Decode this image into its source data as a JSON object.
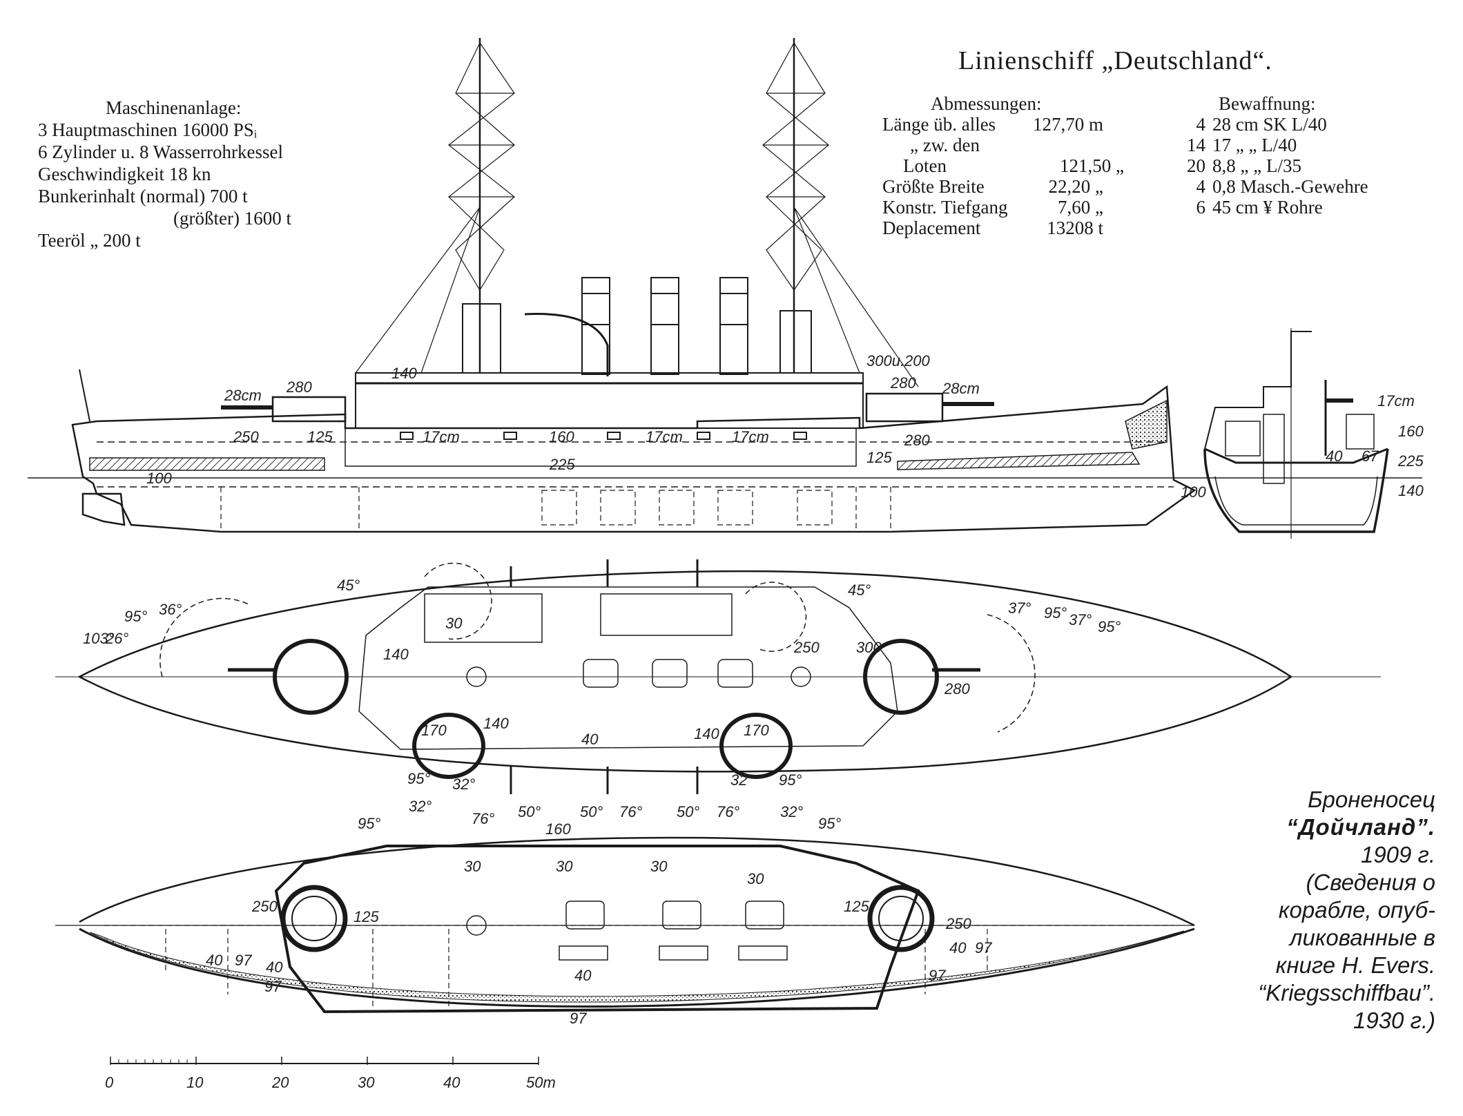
{
  "title": "Linienschiff „Deutschland“.",
  "machinery": {
    "heading": "Maschinenanlage:",
    "lines": [
      "3 Hauptmaschinen 16000 PSᵢ",
      "6 Zylinder u. 8 Wasserrohrkessel",
      "Geschwindigkeit 18 kn",
      "Bunkerinhalt (normal) 700 t",
      "(größter) 1600 t",
      "Teeröl „ 200 t"
    ]
  },
  "dimensions": {
    "heading": "Abmessungen:",
    "rows": [
      {
        "label": "Länge üb. alles",
        "value": "127,70 m"
      },
      {
        "label": "„ zw. den",
        "value": ""
      },
      {
        "label": "Loten",
        "value": "121,50 „"
      },
      {
        "label": "Größte Breite",
        "value": "22,20 „"
      },
      {
        "label": "Konstr. Tiefgang",
        "value": "7,60 „"
      },
      {
        "label": "Deplacement",
        "value": "13208 t"
      }
    ]
  },
  "armament": {
    "heading": "Bewaffnung:",
    "rows": [
      {
        "count": "4",
        "text": "28 cm SK L/40"
      },
      {
        "count": "14",
        "text": "17 „ „ L/40"
      },
      {
        "count": "20",
        "text": "8,8 „ „ L/35"
      },
      {
        "count": "4",
        "text": "0,8 Masch.-Gewehre"
      },
      {
        "count": "6",
        "text": "45 cm ¥ Rohre"
      }
    ]
  },
  "caption_ru": {
    "line1": "Броненосец",
    "line2": "“Дойчланд”.",
    "line3": "1909 г.",
    "line4": "(Сведения о",
    "line5": "корабле, опуб-",
    "line6": "ликованные в",
    "line7": "книге H. Evers.",
    "line8": "“Kriegsschiffbau”.",
    "line9": "1930 г.)"
  },
  "labels": {
    "side": {
      "l_28cm_fwd": "28cm",
      "l_280_fwd": "280",
      "l_140": "140",
      "l_250": "250",
      "l_125": "125",
      "l_17cm_1": "17cm",
      "l_160": "160",
      "l_17cm_2": "17cm",
      "l_17cm_3": "17cm",
      "l_225": "225",
      "l_100": "100",
      "l_300u200": "300u.200",
      "l_280_aft": "280",
      "l_28cm_aft": "28cm",
      "l_280_b": "280",
      "l_125_b": "125",
      "l_100_b": "100"
    },
    "section": {
      "s_17cm": "17cm",
      "s_160": "160",
      "s_40": "40",
      "s_67": "67",
      "s_225": "225",
      "s_140": "140"
    },
    "plan": {
      "p_45a": "45°",
      "p_45b": "45°",
      "p_95a": "95°",
      "p_36": "36°",
      "p_103": "103°",
      "p_26": "26°",
      "p_30": "30",
      "p_140a": "140",
      "p_250": "250",
      "p_300": "300",
      "p_280": "280",
      "p_170a": "170",
      "p_140b": "140",
      "p_40": "40",
      "p_140c": "140",
      "p_170b": "170",
      "p_95b": "95°",
      "p_32a": "32°",
      "p_32b": "32°",
      "p_95c": "95°",
      "p_37a": "37°",
      "p_95d": "95°",
      "p_37b": "37°",
      "p_95e": "95°"
    },
    "deck": {
      "d_95a": "95°",
      "d_32a": "32°",
      "d_76a": "76°",
      "d_50a": "50°",
      "d_160": "160",
      "d_50b": "50°",
      "d_76b": "76°",
      "d_50c": "50°",
      "d_76c": "76°",
      "d_32b": "32°",
      "d_95b": "95°",
      "d_30a": "30",
      "d_30b": "30",
      "d_30c": "30",
      "d_30d": "30",
      "d_250a": "250",
      "d_125a": "125",
      "d_125b": "125",
      "d_250b": "250",
      "d_40a": "40",
      "d_97a": "97",
      "d_40b": "40",
      "d_97b": "97",
      "d_40c": "40",
      "d_97c": "97",
      "d_40d": "40",
      "d_97d": "97",
      "d_97e": "97"
    }
  },
  "scale": {
    "ticks": [
      "0",
      "10",
      "20",
      "30",
      "40",
      "50m"
    ]
  }
}
